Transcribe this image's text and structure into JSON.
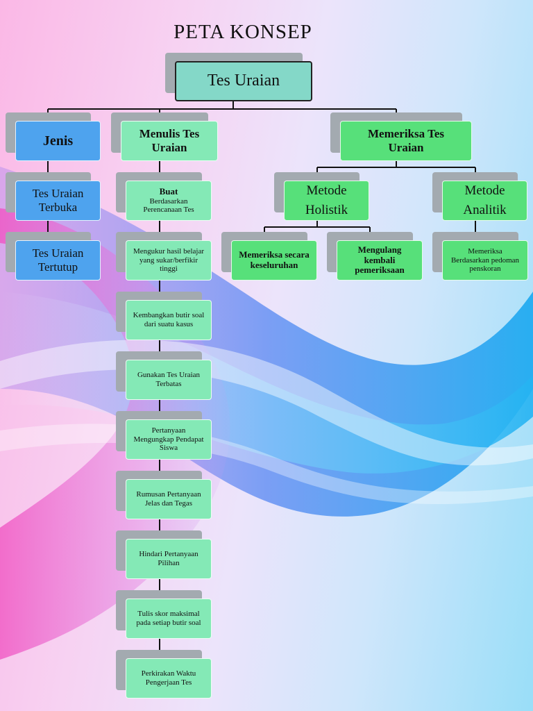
{
  "title": "PETA KONSEP",
  "colors": {
    "mint_box": "#84e9b6",
    "green_box": "#57e07a",
    "blue_box": "#4ea3ee",
    "root_box": "#84d8c8",
    "shadow": "#a3aab0",
    "connector": "#111111"
  },
  "root": "Tes Uraian",
  "jenis": {
    "label": "Jenis",
    "items": [
      "Tes Uraian Terbuka",
      "Tes Uraian Tertutup"
    ]
  },
  "menulis": {
    "label": "Menulis Tes Uraian",
    "first_head": "Buat",
    "first_body": "Berdasarkan Perencanaan Tes",
    "steps": [
      "Mengukur hasil belajar yang sukar/berfikir tinggi",
      "Kembangkan butir soal dari suatu kasus",
      "Gunakan Tes Uraian Terbatas",
      "Pertanyaan Mengungkap Pendapat Siswa",
      "Rumusan Pertanyaan Jelas dan Tegas",
      "Hindari Pertanyaan Pilihan",
      "Tulis skor maksimal pada setiap butir soal",
      "Perkirakan Waktu Pengerjaan Tes"
    ]
  },
  "memeriksa": {
    "label": "Memeriksa Tes Uraian",
    "holistik": {
      "label": "Metode Holistik",
      "items": [
        "Memeriksa secara keseluruhan",
        "Mengulang kembali pemeriksaan"
      ]
    },
    "analitik": {
      "label": "Metode Analitik",
      "items": [
        "Memeriksa Berdasarkan pedoman penskoran"
      ]
    }
  }
}
